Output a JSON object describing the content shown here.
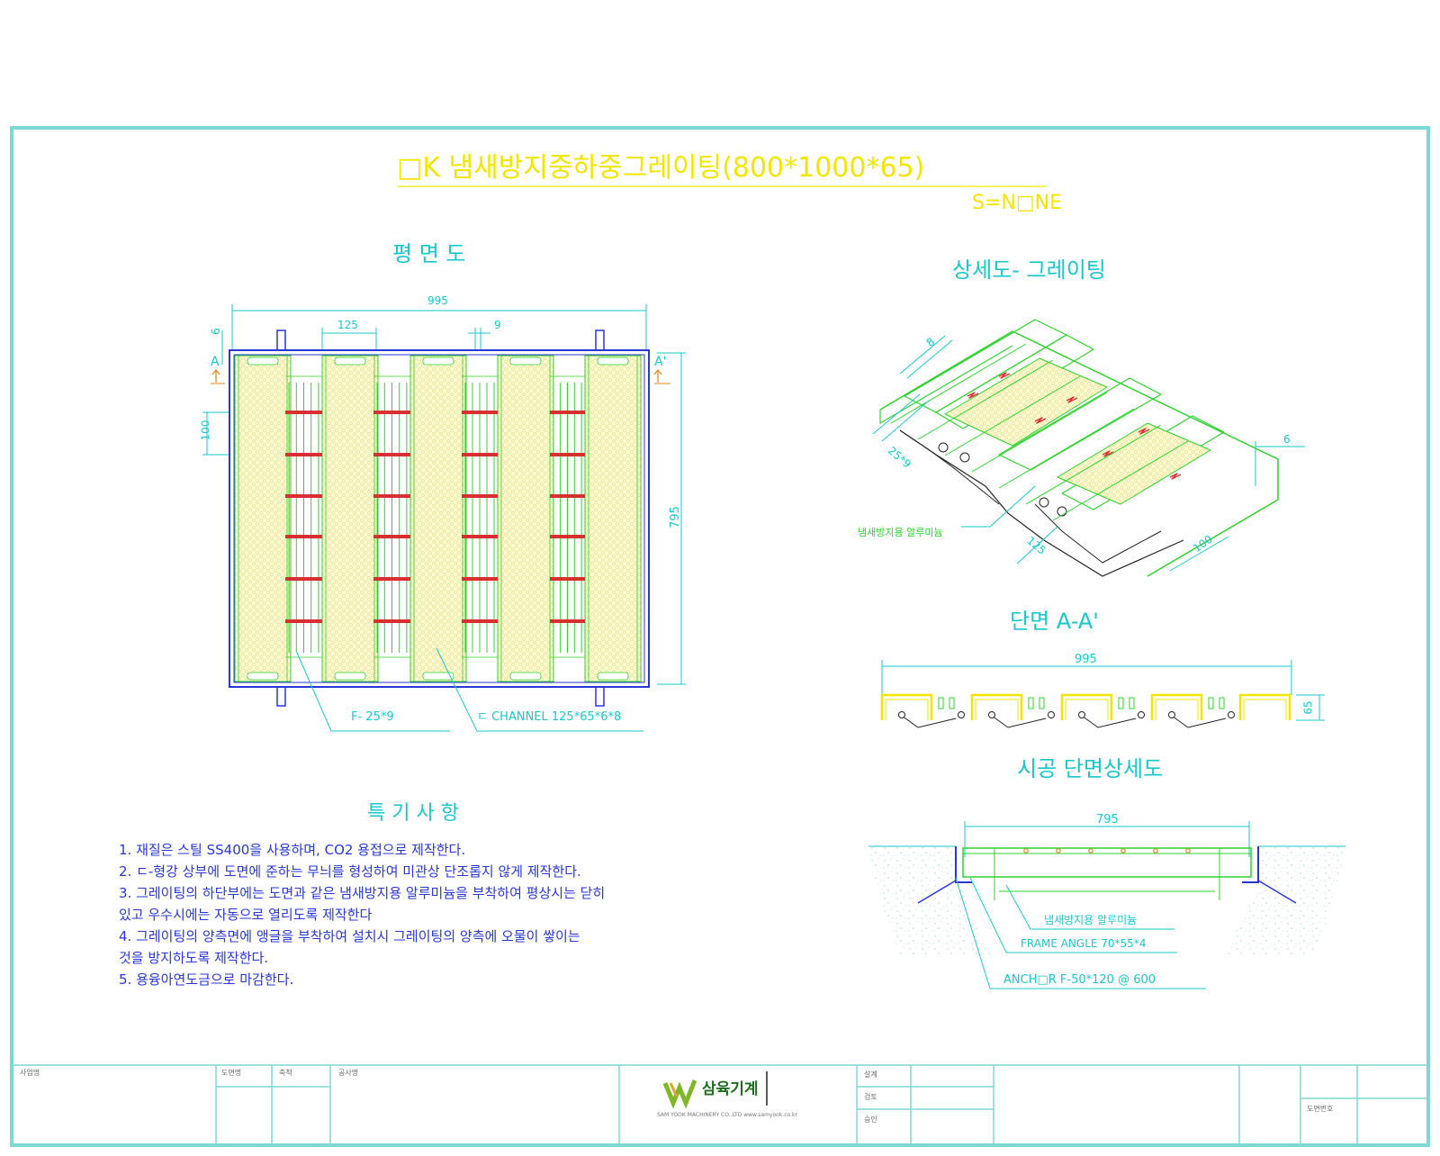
{
  "title": "□K 냄새방지중하중그레이팅(800*1000*65)",
  "scale": "S=N□NE",
  "plan": {
    "heading": "평   면   도",
    "dim_width": "995",
    "dim_channel": "125",
    "dim_bar": "9",
    "dim_edge": "6",
    "dim_pitch": "100",
    "dim_height": "795",
    "section_left": "A",
    "section_right": "A'",
    "callout_flat": "F- 25*9",
    "callout_channel": "ㄷ CHANNEL 125*65*6*8"
  },
  "detail": {
    "heading": "상세도- 그레이팅",
    "dim_8": "8",
    "dim_bar": "25*9",
    "dim_6": "6",
    "dim_125": "125",
    "dim_100": "100",
    "callout": "냄새방지용 알루미늄"
  },
  "section": {
    "heading": "단면  A-A'",
    "dim_width": "995",
    "dim_height": "65"
  },
  "construction": {
    "heading": "시공  단면상세도",
    "dim_width": "795",
    "callout_1": "냄새방지용 알루미늄",
    "callout_2": "FRAME ANGLE 70*55*4",
    "callout_3": "ANCH□R  F-50*120  @  600"
  },
  "notes": {
    "heading": "특  기  사  항",
    "lines": [
      "1.  재질은 스틸 SS400을 사용하며, CO2 용접으로 제작한다.",
      "2. ㄷ-형강 상부에 도면에 준하는 무늬를 형성하여 미관상 단조롭지 않게 제작한다.",
      "3. 그레이팅의 하단부에는 도면과 같은 냄새방지용   알루미늄을  부착하여 평상시는 닫히",
      "있고 우수시에는 자동으로 열리도록 제작한다",
      "4. 그레이팅의 양측면에 앵글을 부착하여 설치시 그레이팅의 양측에 오물이 쌓이는",
      "것을 방지하도록 제작한다.",
      "5. 용융아연도금으로 마감한다."
    ]
  },
  "title_block": {
    "cells": [
      "사업명",
      "도면명",
      "축척",
      "공사명"
    ],
    "right_cells": [
      "설계",
      "검토",
      "승인"
    ],
    "company": "삼육기계",
    "company_sub": "SAM YOOK MACHINERY CO.,LTD   www.samyook.co.kr",
    "drawing_no_label": "도면번호"
  },
  "colors": {
    "border": "#7ed9d2",
    "dim": "#19c7c9",
    "title": "#f2e600",
    "frame": "#2a36d6",
    "steel": "#2fd12f",
    "weld": "#d83030",
    "fill": "#f7f4bf"
  }
}
